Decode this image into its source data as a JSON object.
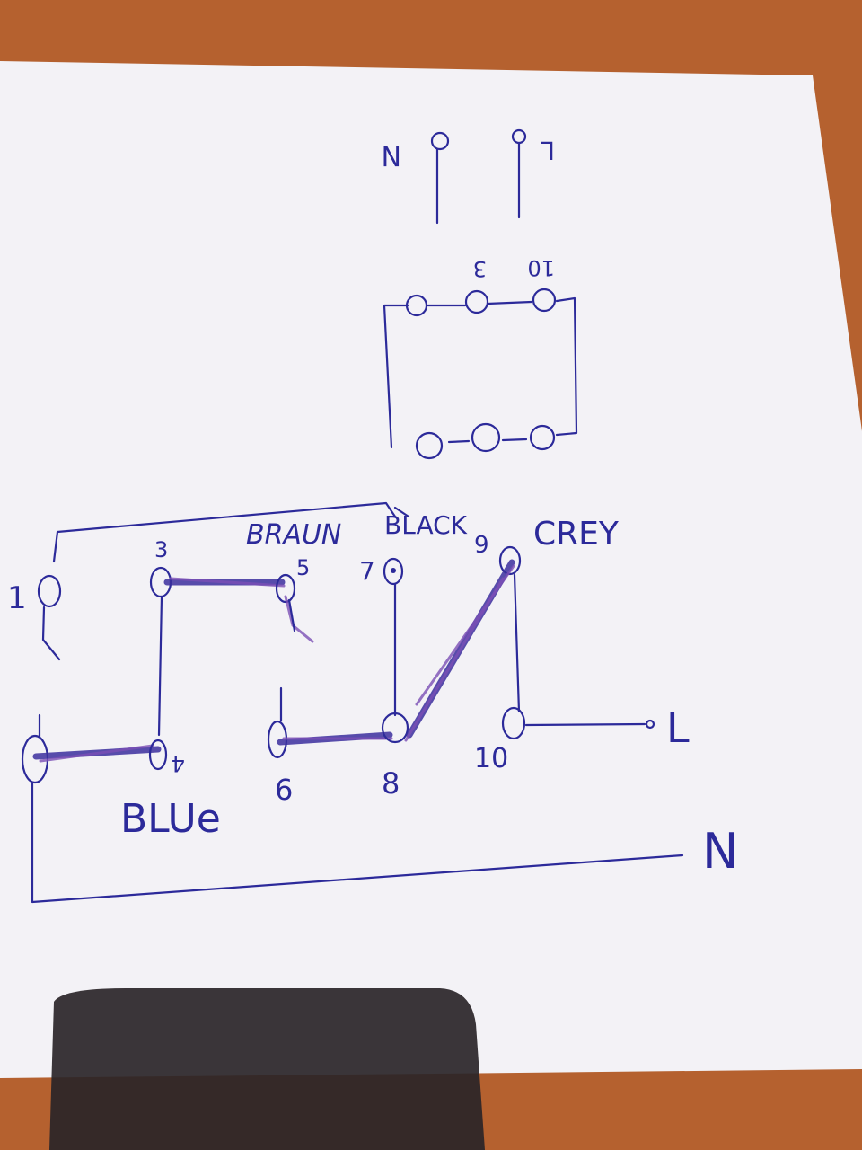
{
  "top_terminals": {
    "n_label": "N",
    "l_label": "L"
  },
  "relay": {
    "pin_a": "3",
    "pin_b": "10"
  },
  "terminals": {
    "t1": "1",
    "t3": "3",
    "t5": "5",
    "t7": "7",
    "t9": "9",
    "t4": "4",
    "t6": "6",
    "t8": "8",
    "t10": "10"
  },
  "wire_labels": {
    "brown": "BRAUN",
    "black": "BLACK",
    "grey": "CREY",
    "blue": "BLUe"
  },
  "supply": {
    "line": "L",
    "neutral": "N"
  }
}
